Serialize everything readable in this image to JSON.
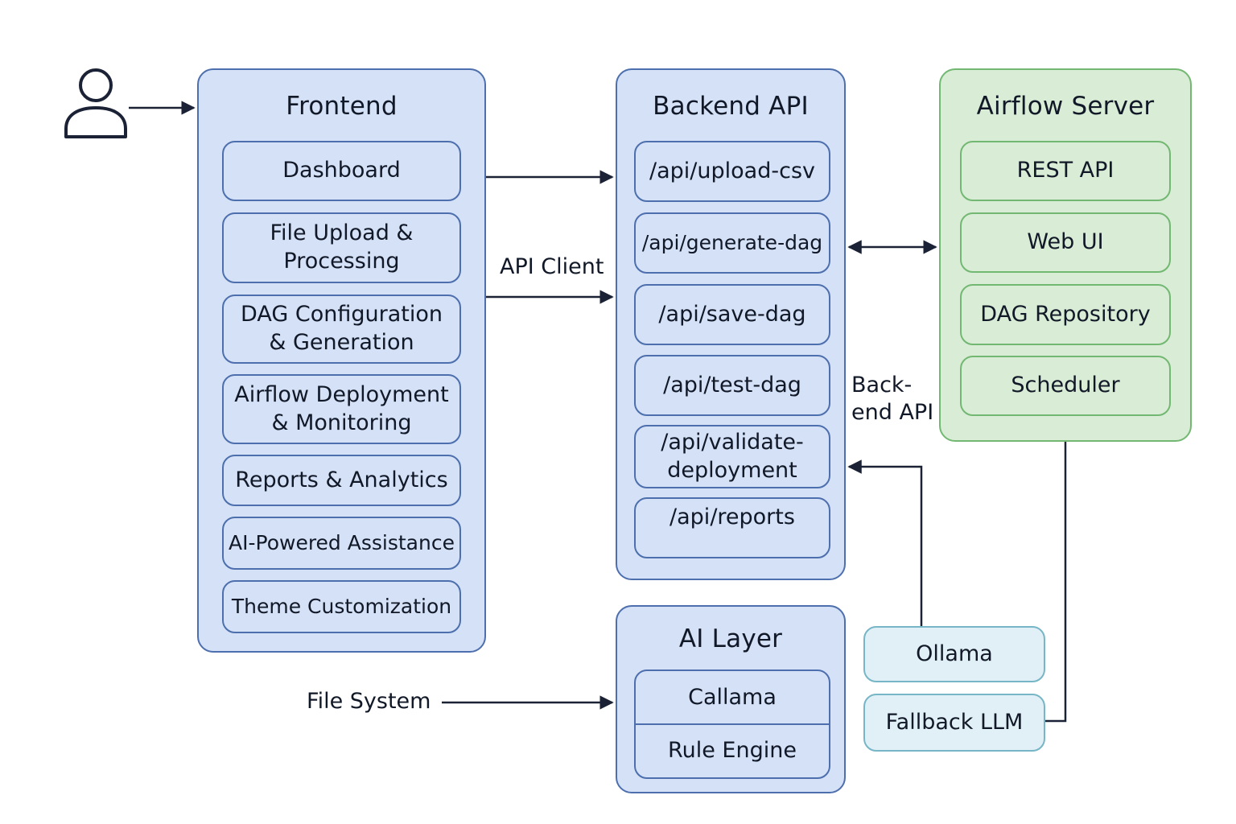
{
  "user": {
    "icon": "user-icon"
  },
  "frontend": {
    "title": "Frontend",
    "items": [
      "Dashboard",
      "File Upload &\nProcessing",
      "DAG Configuration\n& Generation",
      "Airflow Deployment\n& Monitoring",
      "Reports & Analytics",
      "AI-Powered Assistance",
      "Theme Customization"
    ]
  },
  "backend": {
    "title": "Backend API",
    "items": [
      "/api/upload-csv",
      "/api/generate-dag",
      "/api/save-dag",
      "/api/test-dag",
      "/api/validate-\ndeployment",
      "/api/reports"
    ]
  },
  "airflow": {
    "title": "Airflow Server",
    "items": [
      "REST API",
      "Web UI",
      "DAG Repository",
      "Scheduler"
    ]
  },
  "ai_layer": {
    "title": "AI Layer",
    "items": [
      "Callama",
      "Rule Engine"
    ]
  },
  "llm": {
    "ollama": "Ollama",
    "fallback": "Fallback LLM"
  },
  "labels": {
    "api_client": "API Client",
    "backend_api": "Back-\nend API",
    "file_system": "File System"
  },
  "colors": {
    "blue_fill": "#d4e1f7",
    "blue_border": "#4d6fad",
    "green_fill": "#d9ecd5",
    "green_border": "#72b872",
    "teal_fill": "#e1f0f6",
    "teal_border": "#77b6c6",
    "arrow": "#1b2236"
  }
}
